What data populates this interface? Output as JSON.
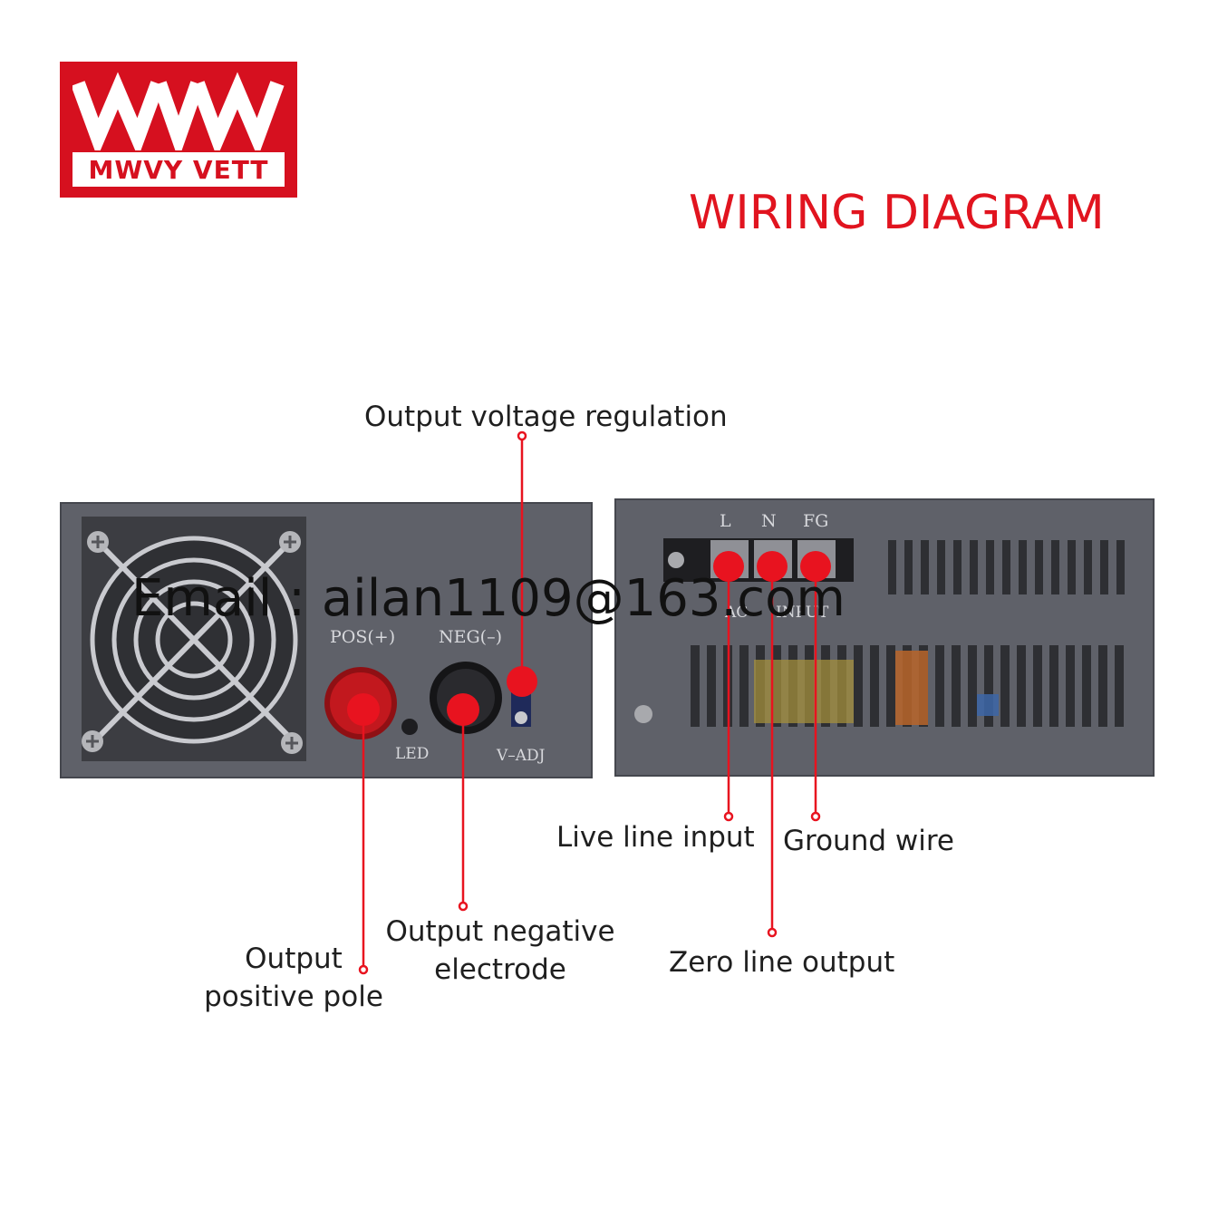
{
  "brand": {
    "name": "MWVY VETT",
    "color": "#d6101f"
  },
  "title": "WIRING DIAGRAM",
  "watermark": "Email : ailan1109@163.com",
  "front_panel": {
    "labels": {
      "pos": "POS(+)",
      "neg": "NEG(–)",
      "led": "LED",
      "vadj": "V–ADJ"
    }
  },
  "rear_panel": {
    "labels": {
      "l": "L",
      "n": "N",
      "fg": "FG",
      "ac": "AC",
      "input": "INPUT"
    }
  },
  "callouts": {
    "voltage_regulation": "Output voltage regulation",
    "positive_line1": "Output",
    "positive_line2": "positive pole",
    "negative_line1": "Output negative",
    "negative_line2": "electrode",
    "live": "Live line input",
    "ground": "Ground wire",
    "zero": "Zero line output"
  },
  "colors": {
    "marker": "#e8131f",
    "line": "#e8131f",
    "panel": "#5e6068"
  }
}
